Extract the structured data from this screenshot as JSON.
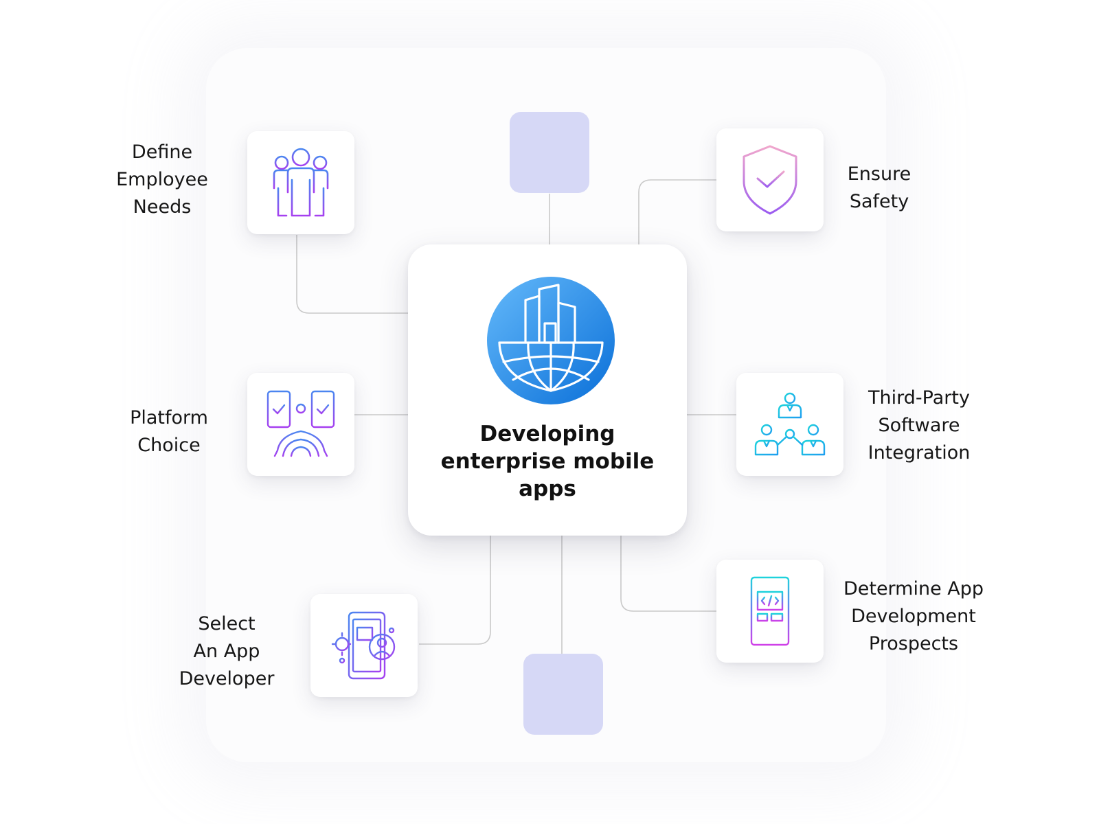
{
  "center": {
    "title": "Developing\nenterprise mobile\napps",
    "icon": "globe-buildings-icon"
  },
  "nodes": [
    {
      "id": "employee",
      "label": "Define\nEmployee\nNeeds",
      "icon": "employee-group-icon"
    },
    {
      "id": "platform",
      "label": "Platform\nChoice",
      "icon": "platform-devices-gear-icon"
    },
    {
      "id": "developer",
      "label": "Select\nAn App\nDeveloper",
      "icon": "app-developer-icon"
    },
    {
      "id": "safety",
      "label": "Ensure\nSafety",
      "icon": "shield-check-icon"
    },
    {
      "id": "integration",
      "label": "Third-Party\nSoftware\nIntegration",
      "icon": "network-people-icon"
    },
    {
      "id": "prospects",
      "label": "Determine App\nDevelopment\nProspects",
      "icon": "mobile-code-icon"
    }
  ],
  "colors": {
    "decor_square": "#d6d8f6",
    "connector": "#c9c9c9",
    "text": "#161616",
    "gradient_purple_blue": [
      "#4a86f0",
      "#a640f0"
    ],
    "gradient_cyan": [
      "#1ed3dc",
      "#1e9ef0"
    ],
    "gradient_pink_purple": [
      "#f0a6cc",
      "#9b5cf0"
    ],
    "center_logo": [
      "#64b9fa",
      "#0a6fd8"
    ]
  }
}
